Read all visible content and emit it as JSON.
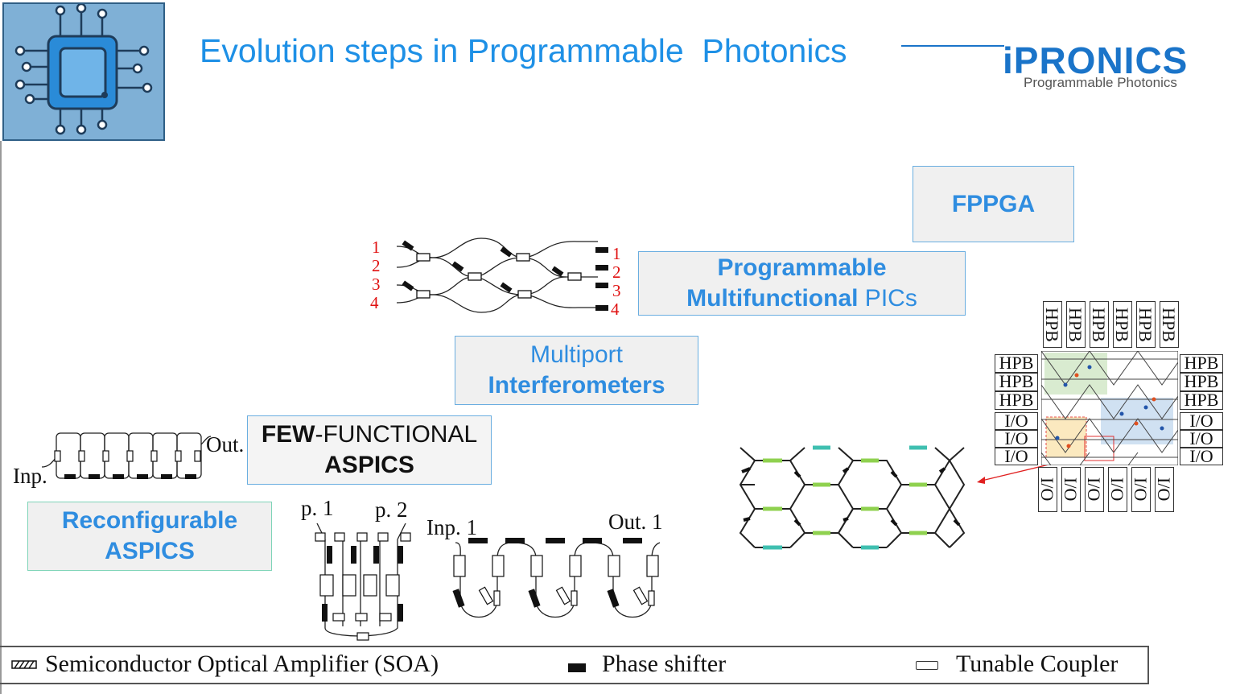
{
  "header": {
    "title": "Evolution steps in Programmable  Photonics",
    "brand_name": "iPRONICS",
    "brand_tagline": "Programmable Photonics"
  },
  "stages": {
    "fppga": "FPPGA",
    "pmpic_line1": "Programmable",
    "pmpic_line2_bold": "Multifunctional",
    "pmpic_line2_rest": " PICs",
    "multiport_line1": "Multiport",
    "multiport_line2": "Interferometers",
    "few_bold": "FEW",
    "few_rest": "-FUNCTIONAL",
    "few_line2": "ASPICS",
    "reconfig_line1": "Reconfigurable",
    "reconfig_line2": "ASPICS"
  },
  "mesh_ports": {
    "left_numbers": [
      "1",
      "2",
      "3",
      "4"
    ],
    "right_numbers": [
      "1",
      "2",
      "3",
      "4"
    ]
  },
  "circuit_labels": {
    "inp": "Inp.",
    "out": "Out.",
    "p1": "p. 1",
    "p2": "p. 2",
    "inp1": "Inp. 1",
    "out1": "Out. 1"
  },
  "fppga_blocks": {
    "hpb": "HPB",
    "io": "I/O"
  },
  "legend": {
    "soa": "Semiconductor Optical Amplifier (SOA)",
    "phase_shifter": "Phase shifter",
    "tunable_coupler": "Tunable Coupler"
  },
  "colors": {
    "title_blue": "#1e90e6",
    "brand_blue": "#1a74c9",
    "stage_fill": "#f0f0f0",
    "hex_green": "#8fd14f",
    "hex_teal": "#3fbfb0"
  }
}
